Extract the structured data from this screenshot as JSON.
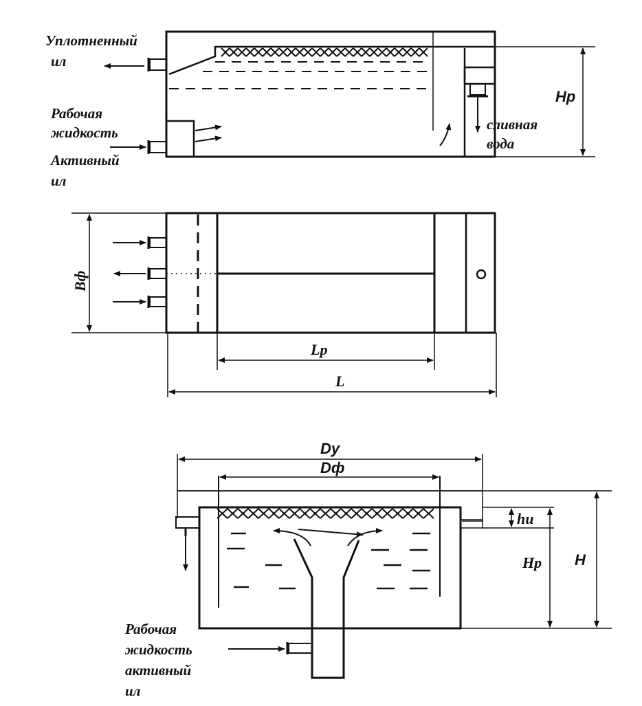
{
  "top_view": {
    "label_sludge_line1": "Уплотненный",
    "label_sludge_line2": "ил",
    "label_work_line1": "Рабочая",
    "label_work_line2": "жидкость",
    "label_active_line1": "Активный",
    "label_active_line2": "ил",
    "label_drain_line1": "сливная",
    "label_drain_line2": "вода",
    "dim_height": "Hp"
  },
  "plan_view": {
    "dim_width": "Вф",
    "dim_lp": "Lp",
    "dim_l": "L"
  },
  "round_view": {
    "dim_dy": "Dy",
    "dim_dphi": "Dф",
    "dim_hu": "hu",
    "dim_hp": "Hp",
    "dim_h": "H",
    "label_line1": "Рабочая",
    "label_line2": "жидкость",
    "label_line3": "активный",
    "label_line4": "ил"
  },
  "colors": {
    "ink": "#111111",
    "paper": "#ffffff"
  }
}
